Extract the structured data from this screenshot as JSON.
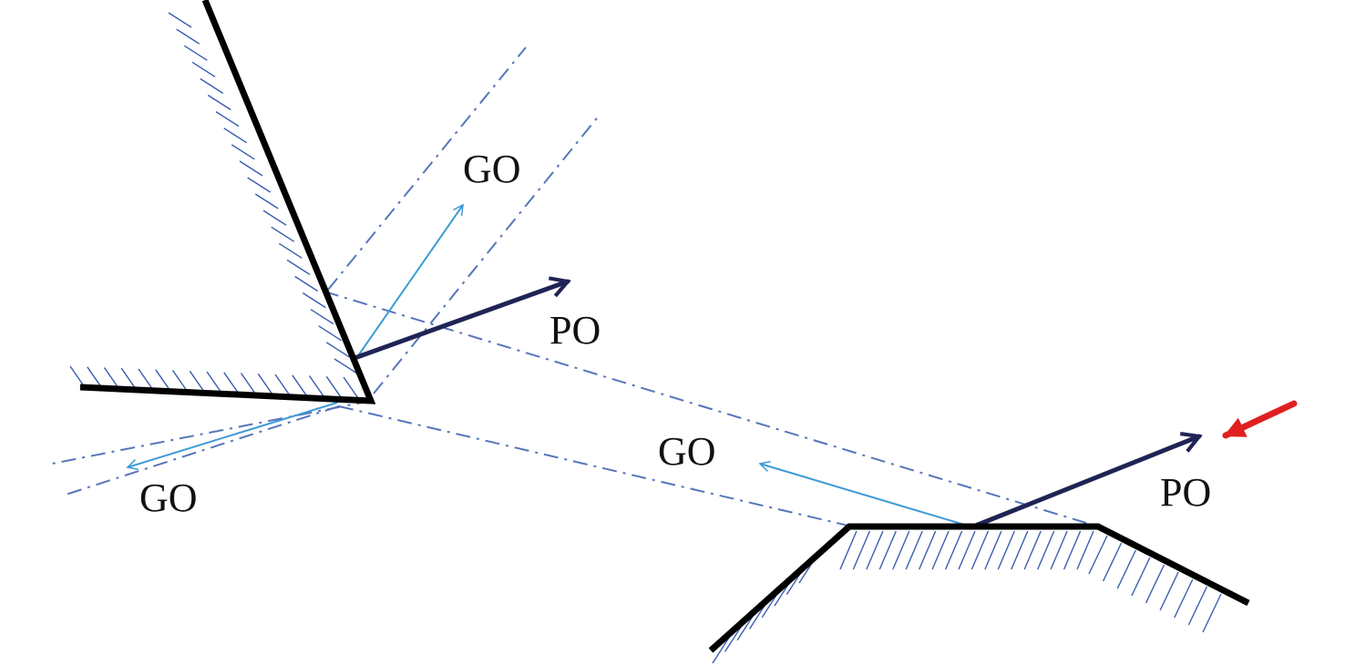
{
  "labels": {
    "go_upper": "GO",
    "po_upper": "PO",
    "go_left": "GO",
    "go_middle": "GO",
    "po_right": "PO"
  },
  "colors": {
    "wall": "#000000",
    "hatch": "#3a5db0",
    "dashdot": "#5676b8",
    "go_arrow": "#3d9bd6",
    "po_arrow": "#1f2454",
    "marker": "#e02020",
    "text": "#111111"
  },
  "icons": {
    "marker": "red-arrow-icon"
  }
}
